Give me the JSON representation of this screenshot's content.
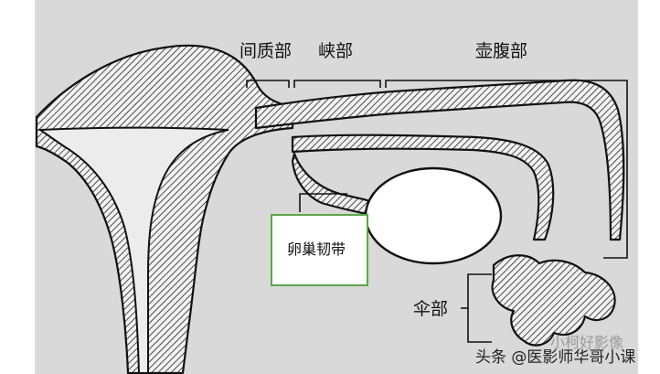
{
  "labels": {
    "interstitial": "间质部",
    "isthmus": "峡部",
    "ampulla": "壶腹部",
    "infundibulum": "伞部",
    "ovarian_ligament": "卵巢韧带"
  },
  "watermark": {
    "main": "头条 @医影师华哥小课",
    "faint": "小柯好影像"
  },
  "colors": {
    "background": "#ffffff",
    "background_panel": "#d9d9d9",
    "ink": "#111111",
    "box_border": "#5aa84a"
  }
}
